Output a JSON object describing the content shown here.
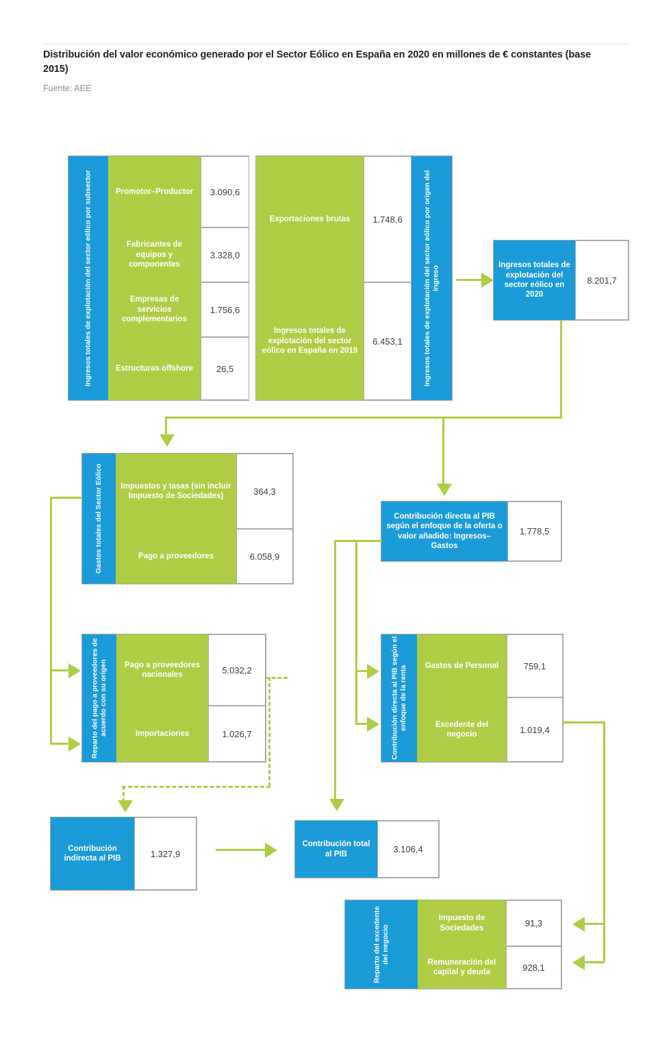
{
  "header": {
    "title": "Distribución del valor económico generado por el Sector Eólico en España en 2020 en millones de € constantes (base 2015)",
    "source": "Fuente: AEE"
  },
  "colors": {
    "blue": "#1b9bd8",
    "green": "#aecd45",
    "connector": "#aecd45",
    "border": "#a7a9ac",
    "title_text": "#231f20",
    "source_text": "#8e8e8e"
  },
  "chart_data": {
    "type": "diagram",
    "title": "Distribución del valor económico generado por el Sector Eólico en España en 2020 en millones de € constantes (base 2015)",
    "units": "millones de € constantes (base 2015)",
    "nodes": [
      {
        "id": "ingresos_subsector",
        "category": "Ingresos totales de explotación del sector eólico por subsector",
        "rows": [
          {
            "label": "Promotor–Productor",
            "value": "3.090,6"
          },
          {
            "label": "Fabricantes de equipos y componentes",
            "value": "3.328,0"
          },
          {
            "label": "Empresas de servicios complementarios",
            "value": "1.756,6"
          },
          {
            "label": "Estructuras offshore",
            "value": "26,5"
          }
        ]
      },
      {
        "id": "ingresos_origen",
        "category": "Ingresos totales de explotación del sector eólico por origen del ingreso",
        "rows": [
          {
            "label": "Exportaciones brutas",
            "value": "1.748,6"
          },
          {
            "label": "Ingresos totales de explotación del sector eólico en España en 2019",
            "value": "6.453,1"
          }
        ]
      },
      {
        "id": "ingresos_totales_2020",
        "category": "Ingresos totales de explotación del sector eólico en 2020",
        "value": "8.201,7"
      },
      {
        "id": "gastos_totales",
        "category": "Gastos totales del Sector Eólico",
        "rows": [
          {
            "label": "Impuestos y tasas (sin incluir Impuesto de Sociedades)",
            "value": "364,3"
          },
          {
            "label": "Pago a proveedores",
            "value": "6.058,9"
          }
        ]
      },
      {
        "id": "contrib_oferta",
        "category": "Contribución directa al PIB según el enfoque de la oferta o valor añadido: Ingresos–Gastos",
        "value": "1.778,5"
      },
      {
        "id": "reparto_pago",
        "category": "Reparto del pago a proveedores de acuerdo con su origen",
        "rows": [
          {
            "label": "Pago a proveedores nacionales",
            "value": "5.032,2"
          },
          {
            "label": "Importaciones",
            "value": "1.026,7"
          }
        ]
      },
      {
        "id": "contrib_renta",
        "category": "Contribución directa al PIB según el enfoque de la renta",
        "rows": [
          {
            "label": "Gastos de Personal",
            "value": "759,1"
          },
          {
            "label": "Excedente del negocio",
            "value": "1.019,4"
          }
        ]
      },
      {
        "id": "contrib_indirecta",
        "category": "Contribución indirecta al PIB",
        "value": "1.327,9"
      },
      {
        "id": "contrib_total",
        "category": "Contribución total al PIB",
        "value": "3.106,4"
      },
      {
        "id": "reparto_excedente",
        "category": "Reparto del excedente del negocio",
        "rows": [
          {
            "label": "Impuesto de Sociedades",
            "value": "91,3"
          },
          {
            "label": "Remuneración del capital y deuda",
            "value": "928,1"
          }
        ]
      }
    ],
    "edges": [
      {
        "from": "ingresos_origen",
        "to": "ingresos_totales_2020",
        "style": "solid"
      },
      {
        "from": "ingresos_totales_2020",
        "to": "gastos_totales",
        "style": "solid"
      },
      {
        "from": "ingresos_totales_2020",
        "to": "contrib_oferta",
        "style": "solid"
      },
      {
        "from": "gastos_totales",
        "to": "reparto_pago",
        "style": "solid"
      },
      {
        "from": "reparto_pago",
        "to": "contrib_indirecta",
        "style": "dashed"
      },
      {
        "from": "contrib_oferta",
        "to": "contrib_renta",
        "style": "solid"
      },
      {
        "from": "contrib_oferta",
        "to": "contrib_total",
        "style": "solid"
      },
      {
        "from": "contrib_indirecta",
        "to": "contrib_total",
        "style": "solid"
      },
      {
        "from": "contrib_renta",
        "to": "reparto_excedente",
        "style": "solid"
      }
    ]
  },
  "n1": {
    "sidelabel": "Ingresos totales de explotación del sector eólico por subsector",
    "r1": {
      "label": "Promotor–Productor",
      "value": "3.090,6"
    },
    "r2": {
      "label": "Fabricantes de equipos y componentes",
      "value": "3.328,0"
    },
    "r3": {
      "label": "Empresas de servicios complementarios",
      "value": "1.756,6"
    },
    "r4": {
      "label": "Estructuras offshore",
      "value": "26,5"
    }
  },
  "n2": {
    "sidelabel": "Ingresos totales de explotación del sector eólico por origen del ingreso",
    "r1": {
      "label": "Exportaciones brutas",
      "value": "1.748,6"
    },
    "r2": {
      "label": "Ingresos totales de explotación del sector eólico en España en 2019",
      "value": "6.453,1"
    }
  },
  "n3": {
    "label": "Ingresos totales de explotación del sector eólico en 2020",
    "value": "8.201,7"
  },
  "n4": {
    "sidelabel": "Gastos totales del Sector Eólico",
    "r1": {
      "label": "Impuestos y tasas (sin incluir Impuesto de Sociedades)",
      "value": "364,3"
    },
    "r2": {
      "label": "Pago a proveedores",
      "value": "6.058,9"
    }
  },
  "n5": {
    "label": "Contribución directa al PIB según el enfoque de la oferta o valor añadido: Ingresos–Gastos",
    "value": "1.778,5"
  },
  "n6": {
    "sidelabel": "Reparto del pago a proveedores de acuerdo con su origen",
    "r1": {
      "label": "Pago a proveedores nacionales",
      "value": "5.032,2"
    },
    "r2": {
      "label": "Importaciones",
      "value": "1.026,7"
    }
  },
  "n7": {
    "sidelabel": "Contribución directa al PIB según el enfoque de la renta",
    "r1": {
      "label": "Gastos de Personal",
      "value": "759,1"
    },
    "r2": {
      "label": "Excedente del negocio",
      "value": "1.019,4"
    }
  },
  "n8": {
    "label": "Contribución indirecta al PIB",
    "value": "1.327,9"
  },
  "n9": {
    "label": "Contribución total al PIB",
    "value": "3.106,4"
  },
  "n10": {
    "sidelabel": "Reparto del excedente del negocio",
    "r1": {
      "label": "Impuesto de Sociedades",
      "value": "91,3"
    },
    "r2": {
      "label": "Remuneración del capital y deuda",
      "value": "928,1"
    }
  }
}
